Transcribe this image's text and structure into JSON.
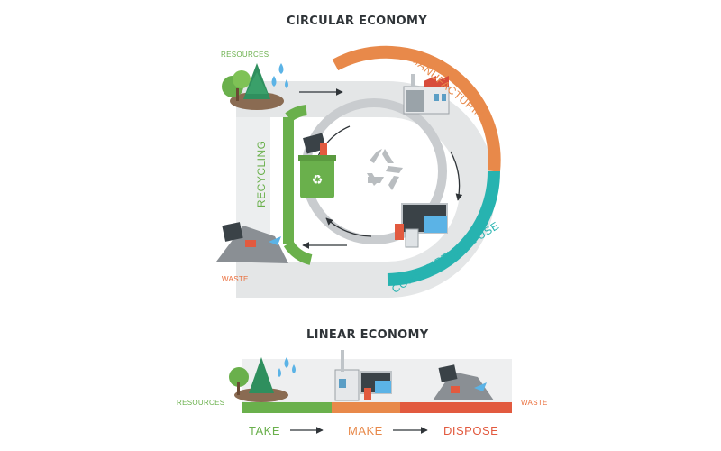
{
  "circular": {
    "title": "CIRCULAR ECONOMY",
    "resources_label": "RESOURCES",
    "manufacturing_label": "MANUFACTURING",
    "consumption_label": "CONSUMPTION & USE",
    "recycling_label": "RECYCLING",
    "waste_label": "WASTE"
  },
  "linear": {
    "title": "LINEAR ECONOMY",
    "resources_label": "RESOURCES",
    "waste_label": "WASTE",
    "steps": [
      "TAKE",
      "MAKE",
      "DISPOSE"
    ]
  },
  "colors": {
    "green": "#6ab04c",
    "orange": "#e8894a",
    "teal": "#27b3b0",
    "red": "#e25a3f",
    "grey": "#cfd2d4",
    "dark": "#2f3438"
  }
}
